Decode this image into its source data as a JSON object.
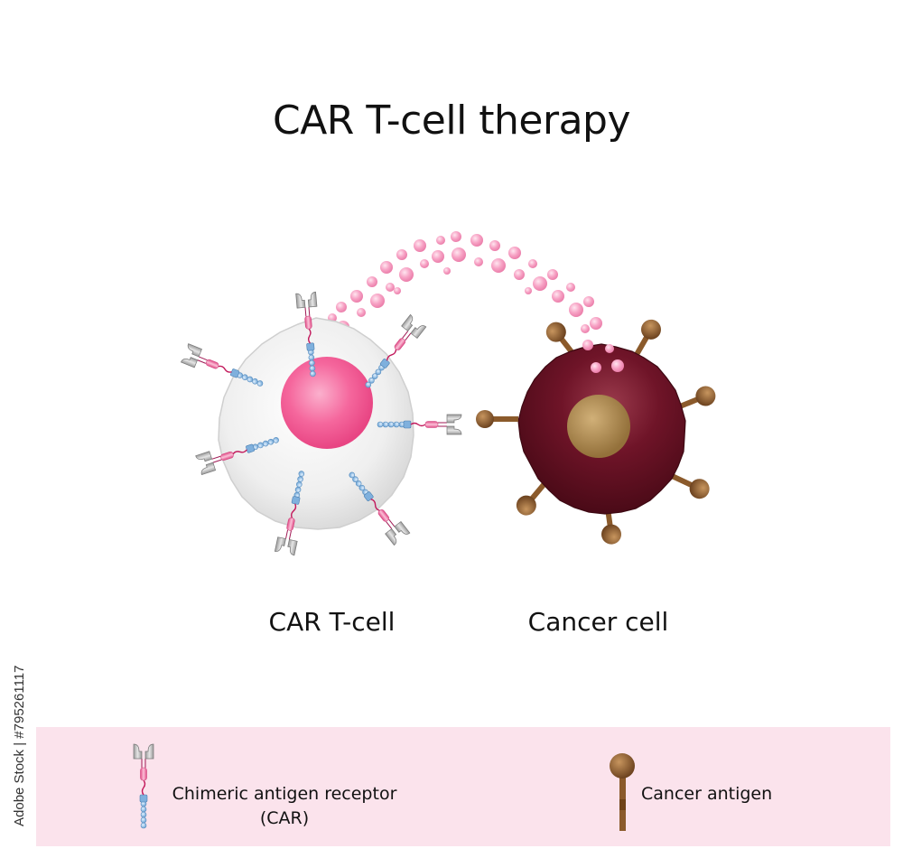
{
  "title": "CAR T-cell therapy",
  "labels": {
    "car_t_cell": "CAR T-cell",
    "cancer_cell": "Cancer cell"
  },
  "legend": {
    "car_line1": "Chimeric antigen receptor",
    "car_line2": "(CAR)",
    "cancer_antigen": "Cancer antigen"
  },
  "watermark": "Adobe Stock | #795261117",
  "colors": {
    "tcell_body": "#eeeeee",
    "tcell_nucleus": "#f76fa3",
    "cancer_body": "#6a1224",
    "cancer_nucleus": "#a7844d",
    "antigen": "#8b5a2b",
    "cytokine": "#f7a6c7",
    "legend_bg": "#fbe3ec"
  }
}
